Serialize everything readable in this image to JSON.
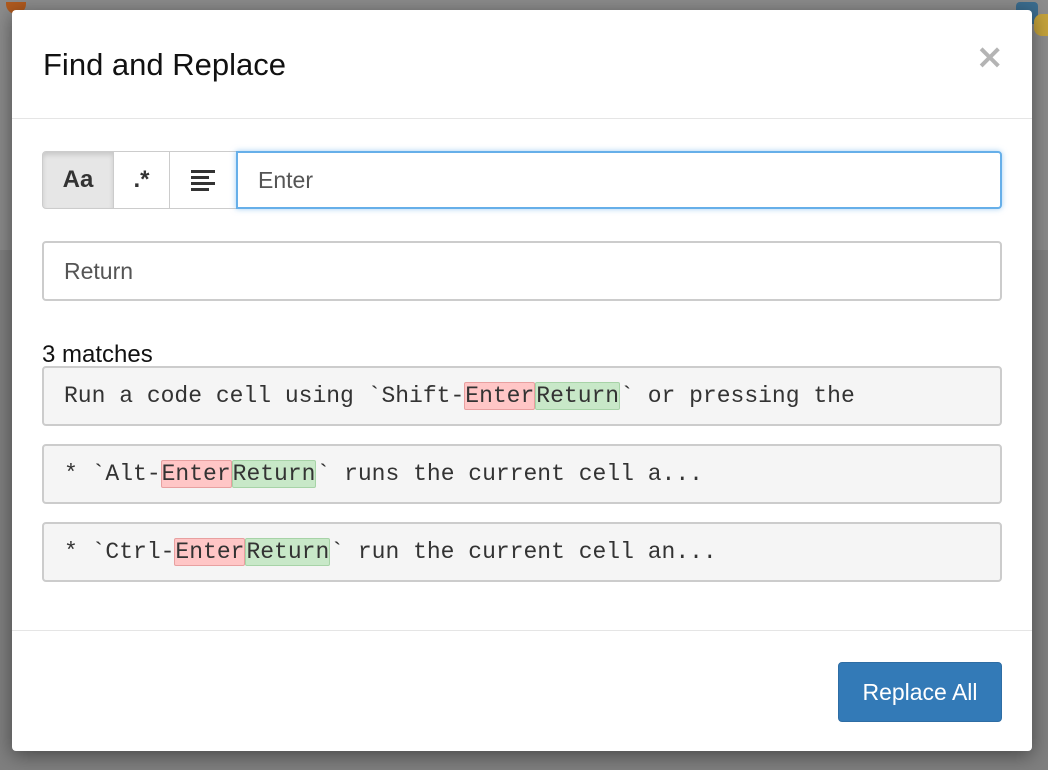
{
  "dialog": {
    "title": "Find and Replace",
    "close_label": "×"
  },
  "search": {
    "options": {
      "match_case_label": "Aa",
      "regex_label": ".*",
      "selected_lines_icon": "align-left-icon"
    },
    "find_value": "Enter",
    "replace_value": "Return"
  },
  "results": {
    "count_label": "3 matches",
    "items": [
      {
        "before": "Run a code cell using `Shift-",
        "find": "Enter",
        "replace": "Return",
        "after": "` or pressing the"
      },
      {
        "before": "* `Alt-",
        "find": "Enter",
        "replace": "Return",
        "after": "` runs the current cell a..."
      },
      {
        "before": "* `Ctrl-",
        "find": "Enter",
        "replace": "Return",
        "after": "` run the current cell an..."
      }
    ]
  },
  "footer": {
    "replace_all_label": "Replace All"
  },
  "colors": {
    "primary": "#337ab7",
    "focus": "#66afe9",
    "find_highlight": "#ffc6c6",
    "replace_highlight": "#c8e8c8"
  }
}
